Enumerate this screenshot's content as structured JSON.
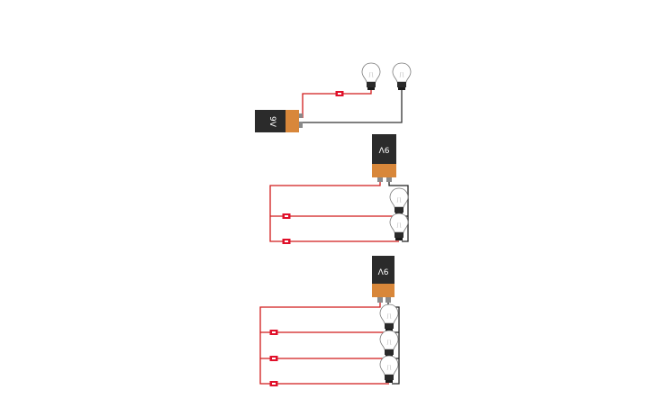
{
  "circuits": [
    {
      "name": "series-circuit",
      "battery": {
        "label": "9V",
        "voltage": 9
      },
      "bulbs": 2,
      "resistors": 1
    },
    {
      "name": "parallel-circuit-two-bulbs",
      "battery": {
        "label": "9V",
        "voltage": 9
      },
      "bulbs": 2,
      "resistors": 2
    },
    {
      "name": "parallel-circuit-three-bulbs",
      "battery": {
        "label": "9V",
        "voltage": 9
      },
      "bulbs": 3,
      "resistors": 3
    }
  ],
  "colors": {
    "positive_wire": "#d11a1a",
    "negative_wire": "#1a1a1a",
    "battery_body": "#2b2b2b",
    "battery_cap": "#d8873a",
    "terminal": "#8a8a8a",
    "resistor": "#e0102a",
    "bulb_glass": "#ffffff",
    "bulb_base": "#2a2a2a"
  },
  "icons": [
    "battery-icon",
    "bulb-icon",
    "resistor-icon"
  ]
}
